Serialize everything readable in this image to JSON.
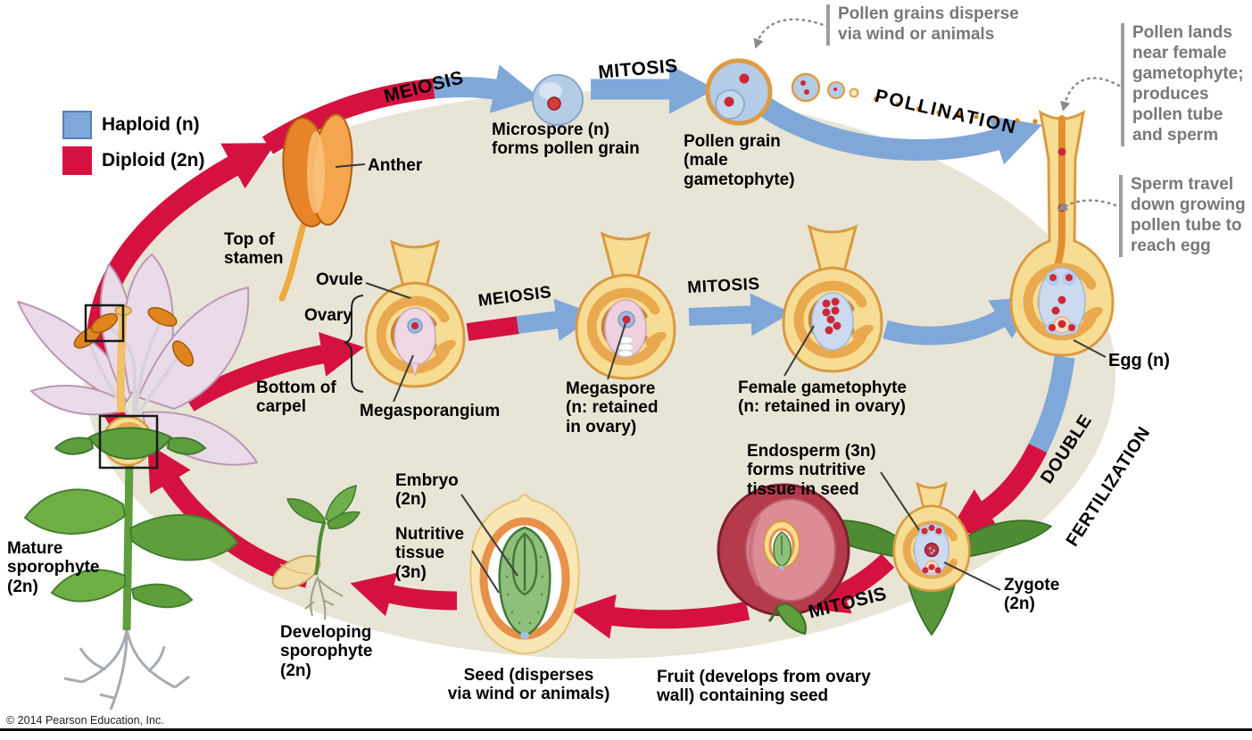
{
  "title": "Angiosperm life cycle diagram",
  "legend": {
    "haploid": "Haploid (n)",
    "diploid": "Diploid (2n)"
  },
  "colors": {
    "haploid_blue": "#7FA8D8",
    "diploid_red": "#D5123F",
    "cycle_background": "#E8E5D6",
    "callout_gray": "#77787B"
  },
  "stages": {
    "meiosis_top": "MEIOSIS",
    "mitosis_top": "MITOSIS",
    "pollination": "POLLINATION",
    "meiosis_mid": "MEIOSIS",
    "mitosis_mid": "MITOSIS",
    "double_fertilization_word1": "DOUBLE",
    "double_fertilization_word2": "FERTILIZATION",
    "mitosis_bottom": "MITOSIS"
  },
  "labels": {
    "anther": "Anther",
    "top_of_stamen": "Top of\nstamen",
    "microspore": "Microspore (n)\nforms pollen grain",
    "pollen_grain": "Pollen grain\n(male\ngametophyte)",
    "ovule": "Ovule",
    "ovary": "Ovary",
    "bottom_of_carpel": "Bottom of\ncarpel",
    "megasporangium": "Megasporangium",
    "megaspore": "Megaspore\n(n: retained\nin ovary)",
    "female_gametophyte": "Female gametophyte\n(n: retained in ovary)",
    "egg": "Egg (n)",
    "endosperm": "Endosperm (3n)\nforms nutritive\ntissue in seed",
    "zygote": "Zygote\n(2n)",
    "fruit": "Fruit (develops from ovary\nwall) containing seed",
    "seed": "Seed (disperses\nvia wind or animals)",
    "embryo": "Embryo\n(2n)",
    "nutritive_tissue": "Nutritive\ntissue\n(3n)",
    "developing_sporophyte": "Developing\nsporophyte\n(2n)",
    "mature_sporophyte": "Mature\nsporophyte\n(2n)"
  },
  "callouts": {
    "pollen_disperse": "Pollen grains disperse\nvia wind or animals",
    "pollen_lands": "Pollen lands\nnear female\ngametophyte;\nproduces\npollen tube\nand sperm",
    "sperm_travel": "Sperm travel\ndown growing\npollen tube to\nreach egg"
  },
  "footer": {
    "copyright": "© 2014 Pearson Education, Inc."
  }
}
